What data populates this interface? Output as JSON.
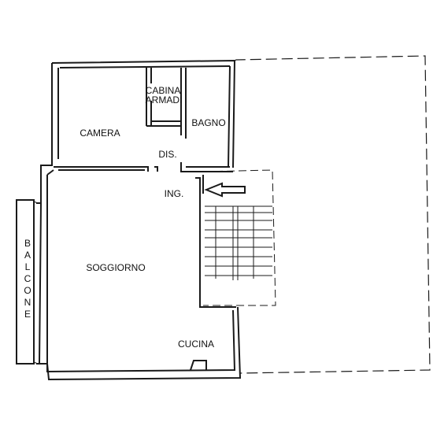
{
  "rooms": {
    "camera": "CAMERA",
    "cabina_line1": "CABINA",
    "cabina_line2": "ARMADI",
    "bagno": "BAGNO",
    "dis": "DIS.",
    "ing": "ING.",
    "soggiorno": "SOGGIORNO",
    "cucina": "CUCINA",
    "balcone_letters": [
      "B",
      "A",
      "L",
      "C",
      "O",
      "N",
      "E"
    ]
  },
  "icons": {
    "entrance": "entrance-arrow-icon"
  },
  "colors": {
    "line": "#1a1a1a",
    "background": "#ffffff"
  }
}
